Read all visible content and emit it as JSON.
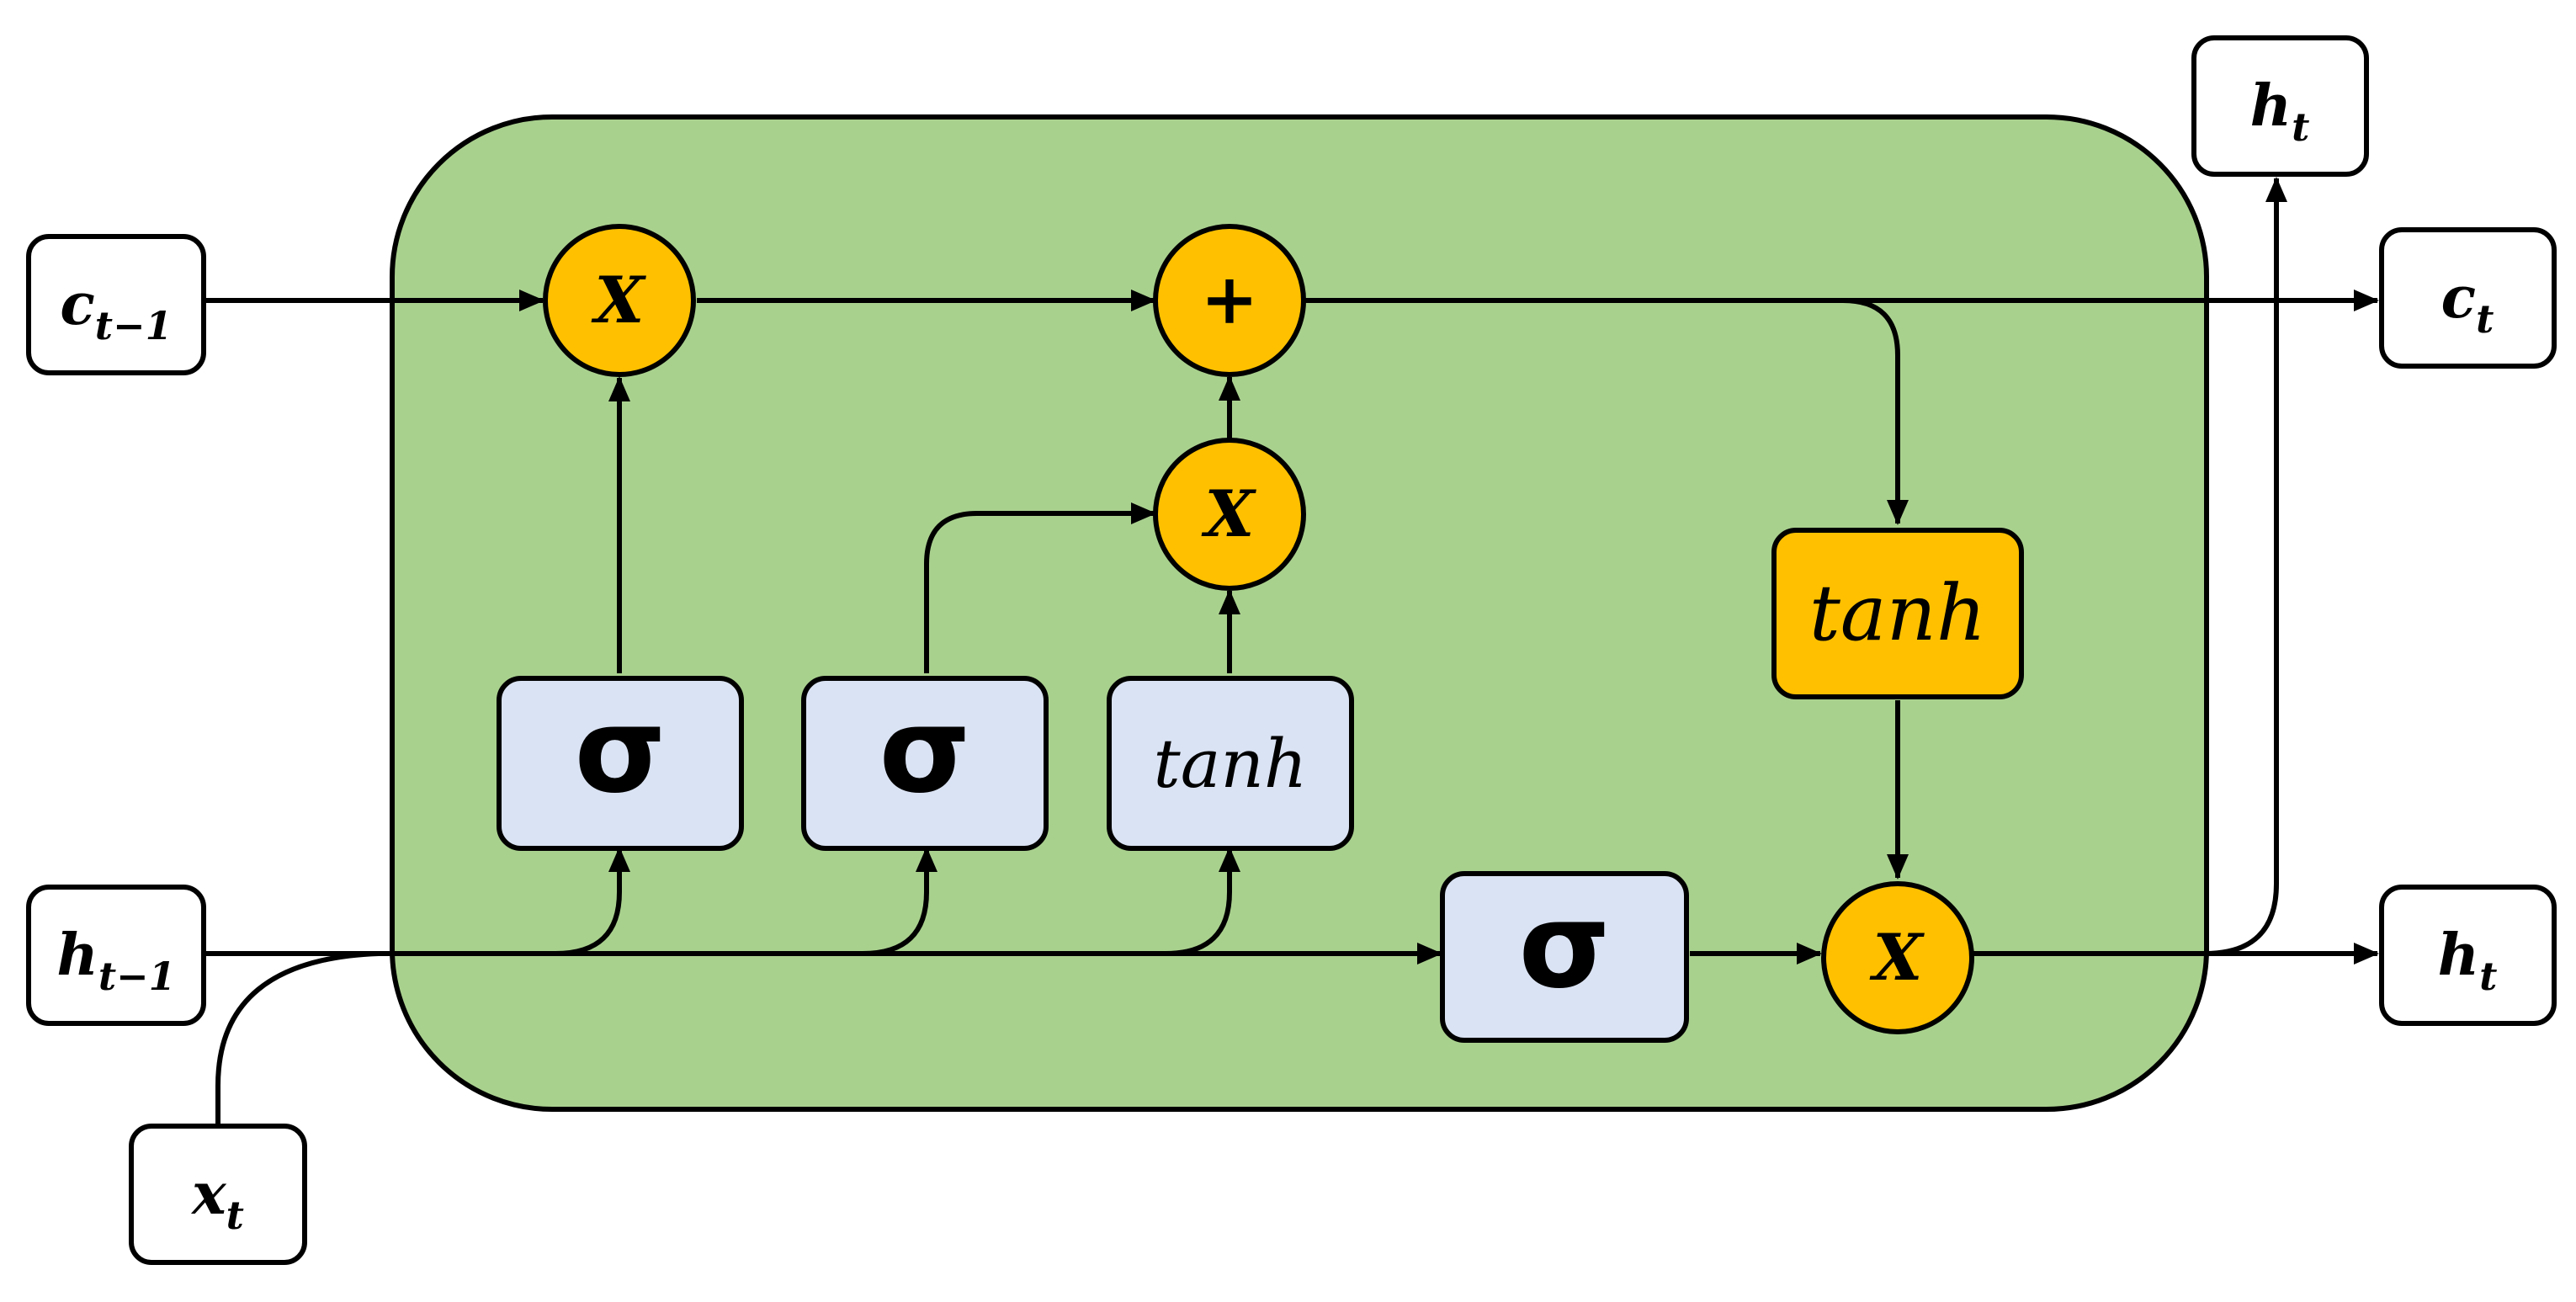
{
  "colors": {
    "cell_fill": "#a9d18e",
    "operator_fill": "#ffc000",
    "gate_fill": "#dae3f3",
    "stroke": "#000000",
    "io_fill": "#ffffff"
  },
  "inputs": {
    "c_prev": {
      "base": "c",
      "sub": "t−1"
    },
    "h_prev": {
      "base": "h",
      "sub": "t−1"
    },
    "x": {
      "base": "x",
      "sub": "t"
    }
  },
  "outputs": {
    "c": {
      "base": "c",
      "sub": "t"
    },
    "h_right": {
      "base": "h",
      "sub": "t"
    },
    "h_top": {
      "base": "h",
      "sub": "t"
    }
  },
  "operators": {
    "forget_mult": "X",
    "add": "+",
    "input_mult": "X",
    "output_mult": "X"
  },
  "gates": {
    "forget": "σ",
    "input": "σ",
    "candidate": "tanh",
    "output": "σ",
    "cell_tanh": "tanh"
  },
  "icons": [
    "arrow-icon"
  ]
}
